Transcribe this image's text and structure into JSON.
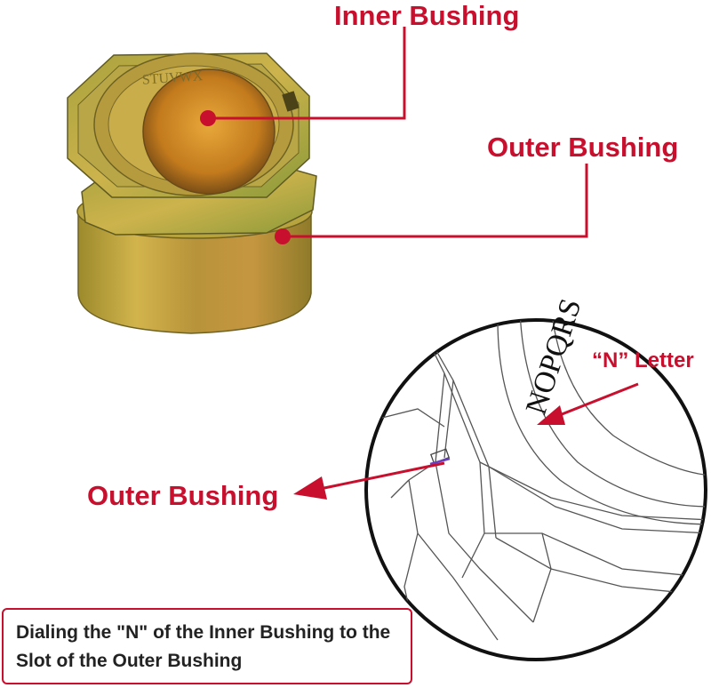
{
  "labels": {
    "inner_bushing": "Inner Bushing",
    "outer_bushing_top": "Outer Bushing",
    "outer_bushing_left": "Outer Bushing",
    "n_letter": "“N” Letter"
  },
  "engraved_letters": {
    "inner_ring_detail": "NOPQRS",
    "bushing_photo": "STUVWX"
  },
  "caption": {
    "text": "Dialing the \"N\" of the Inner Bushing to the Slot of the Outer Bushing"
  },
  "colors": {
    "accent": "#c8102e",
    "metal_gold": "#b9a13a",
    "metal_green": "#8e9a3c",
    "caption_text": "#222222"
  }
}
